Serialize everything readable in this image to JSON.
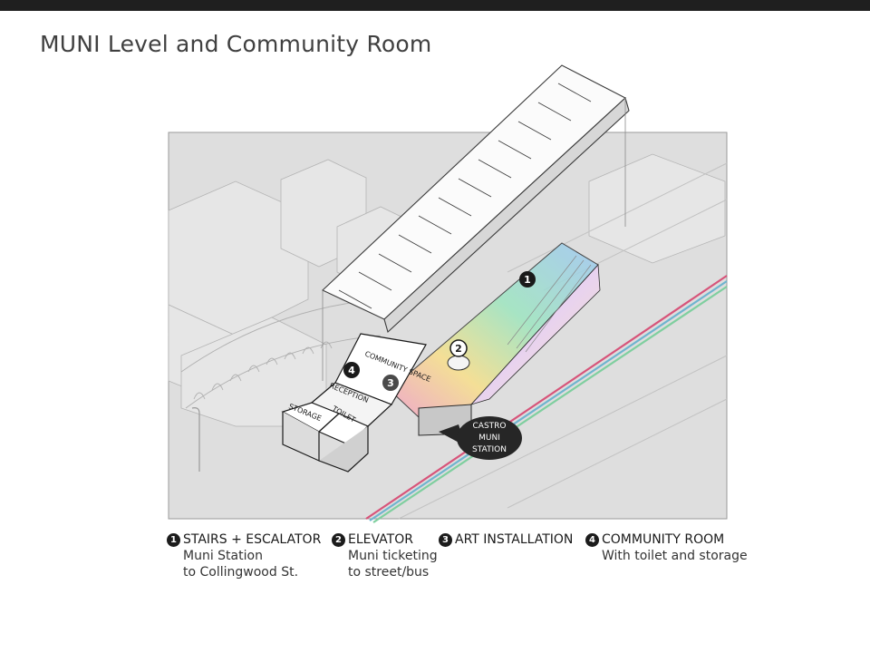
{
  "title": "MUNI Level and Community Room",
  "colors": {
    "top_bar": "#1f1f1f",
    "base": "#dcdcdc",
    "art_gradient": [
      "#f2a0c8",
      "#f8e08a",
      "#9ee6c0",
      "#a0c8f4"
    ],
    "rail_stripes": [
      "#d7547a",
      "#6fb4cf",
      "#7fcf9f"
    ],
    "station_marker": "#262626"
  },
  "diagram": {
    "labels": {
      "community_space": "COMMUNITY SPACE",
      "reception": "RECEPTION",
      "storage": "STORAGE",
      "toilet": "TOILET",
      "station": [
        "CASTRO",
        "MUNI",
        "STATION"
      ]
    },
    "markers": [
      "1",
      "2",
      "3",
      "4"
    ]
  },
  "legend": [
    {
      "number": "1",
      "heading": "STAIRS + ESCALATOR",
      "lines": [
        "Muni Station",
        "to Collingwood St."
      ]
    },
    {
      "number": "2",
      "heading": "ELEVATOR",
      "lines": [
        "Muni ticketing",
        "to street/bus"
      ]
    },
    {
      "number": "3",
      "heading": "ART INSTALLATION",
      "lines": []
    },
    {
      "number": "4",
      "heading": "COMMUNITY ROOM",
      "lines": [
        "With toilet and storage"
      ]
    }
  ]
}
